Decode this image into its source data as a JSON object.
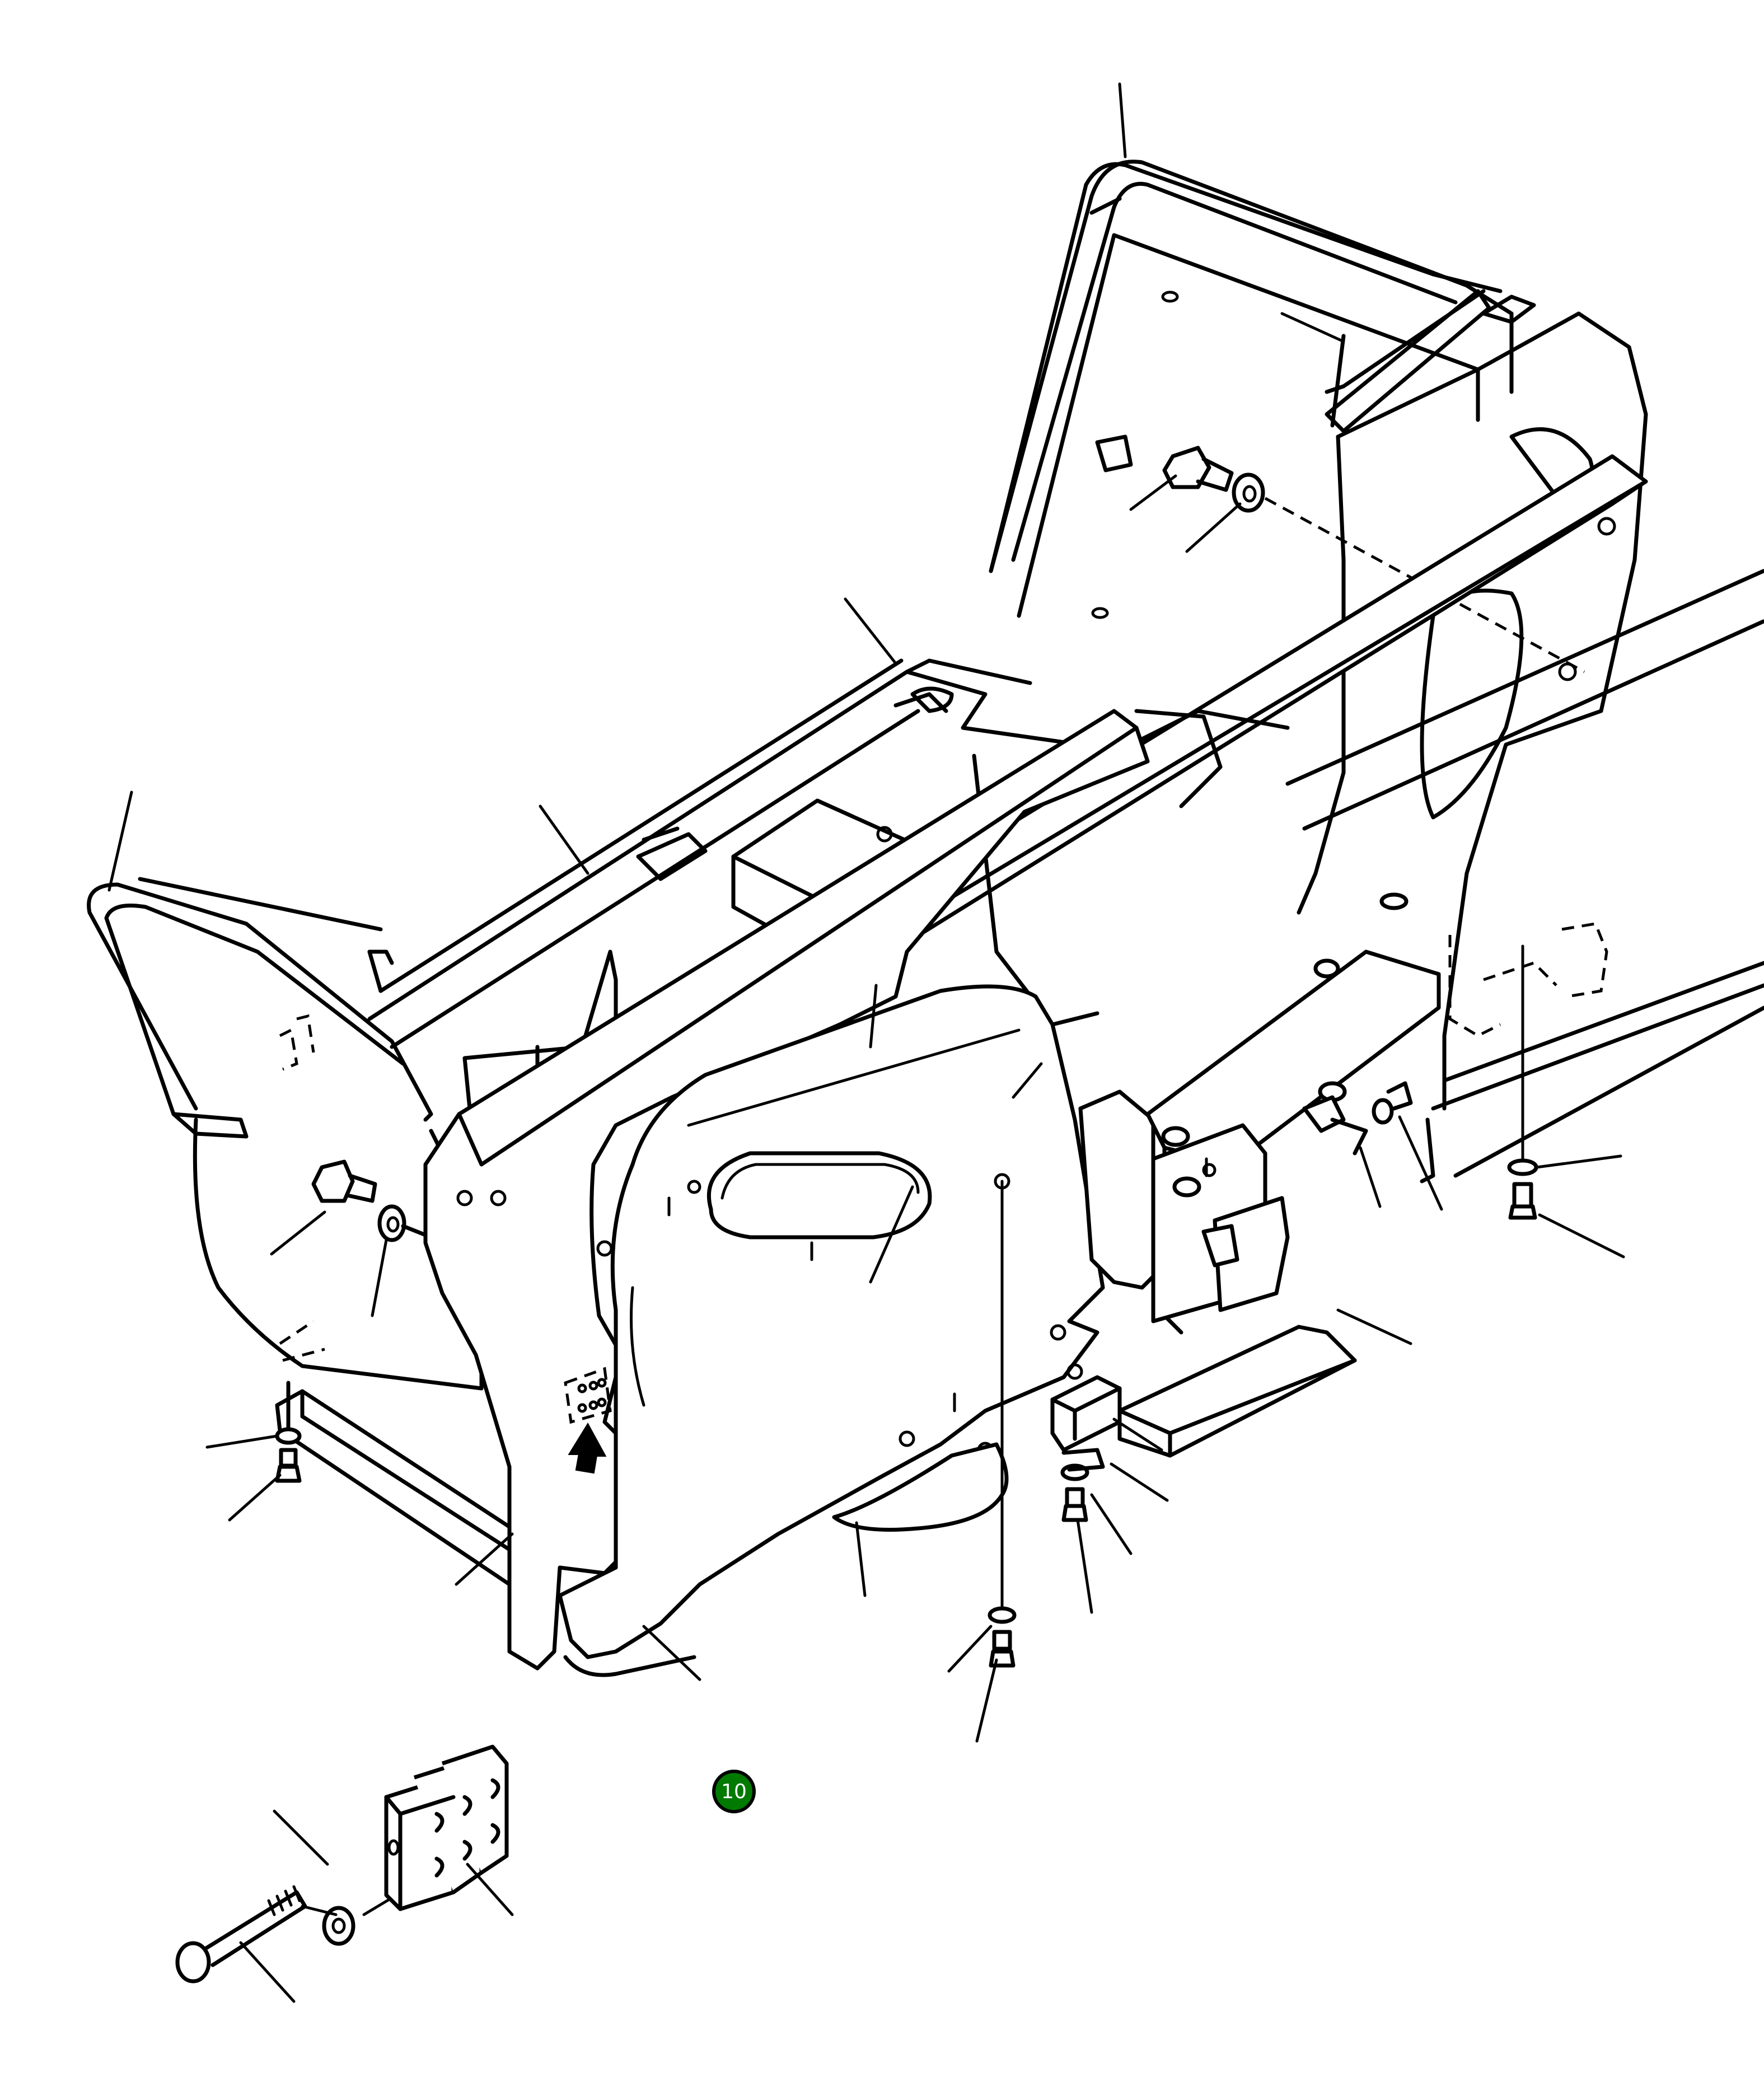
{
  "diagram": {
    "type": "exploded-parts-diagram",
    "background": "#ffffff",
    "line_color": "#000000",
    "badge": {
      "label": "10",
      "color": "#007a00",
      "border_color": "#000000",
      "text_color": "#ffffff"
    },
    "arrow_icon": "up-arrow-icon",
    "leader_count": 27
  }
}
